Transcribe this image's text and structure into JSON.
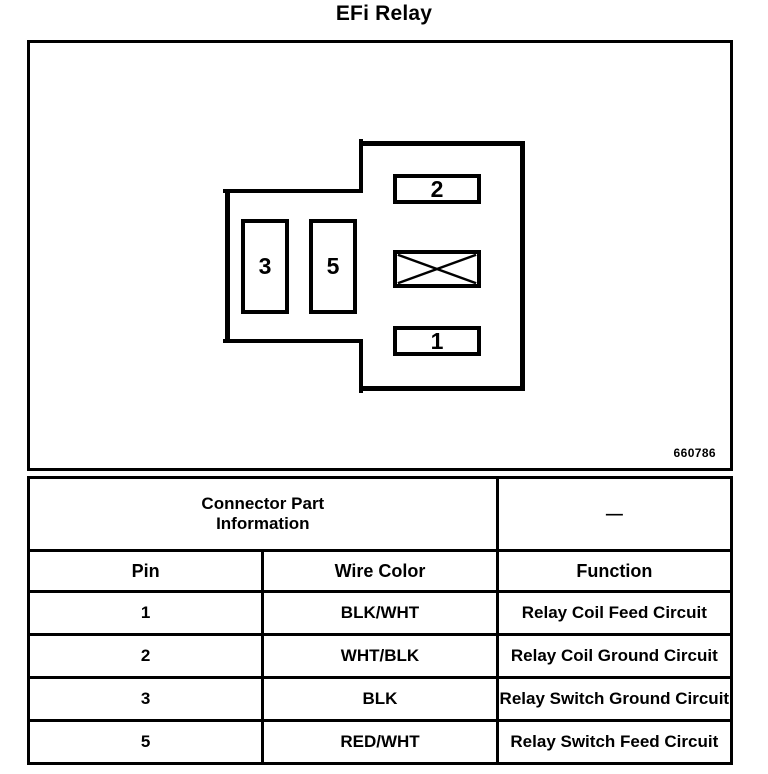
{
  "title": "EFi Relay",
  "diagram": {
    "name": "relay-connector-face-view",
    "figure_ref": "660786",
    "terminals": [
      {
        "id": "terminal-2",
        "label": "2"
      },
      {
        "id": "terminal-blank",
        "label": "",
        "icon": "crossed-cavity-icon"
      },
      {
        "id": "terminal-1",
        "label": "1"
      },
      {
        "id": "terminal-3",
        "label": "3"
      },
      {
        "id": "terminal-5",
        "label": "5"
      }
    ],
    "terminal_labels": {
      "one": "1",
      "two": "2",
      "three": "3",
      "five": "5"
    }
  },
  "table": {
    "part_info": {
      "label_line1": "Connector Part",
      "label_line2": "Information",
      "value": "—"
    },
    "headers": {
      "pin": "Pin",
      "wire_color": "Wire Color",
      "function": "Function"
    },
    "rows": [
      {
        "pin": "1",
        "wire_color": "BLK/WHT",
        "function": "Relay Coil Feed Circuit"
      },
      {
        "pin": "2",
        "wire_color": "WHT/BLK",
        "function": "Relay Coil Ground Circuit"
      },
      {
        "pin": "3",
        "wire_color": "BLK",
        "function": "Relay Switch Ground Circuit"
      },
      {
        "pin": "5",
        "wire_color": "RED/WHT",
        "function": "Relay Switch Feed Circuit"
      }
    ]
  },
  "colors": {
    "ink": "#000000",
    "paper": "#ffffff"
  }
}
